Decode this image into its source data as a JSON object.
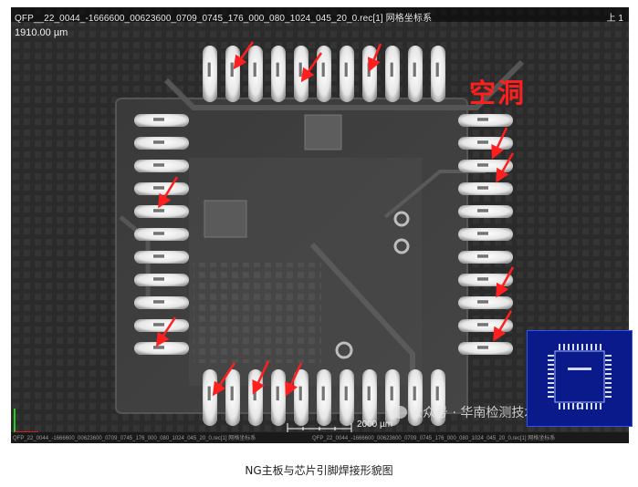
{
  "viewer": {
    "title": "QFP__22_0044_-1666600_00623600_0709_0745_176_000_080_1024_045_20_0.rec[1] 网格坐标系",
    "page_indicator": "上 1",
    "slice_thickness": "1910.00 µm",
    "scale_bar_label": "2000 µm",
    "status_left": "QFP_22_0044_-1666600_00623600_0709_0745_176_000_080_1024_045_20_0.rec[1] 网格坐标系",
    "status_right": "QFP_22_0044_-1666600_00623600_0709_0745_176_000_080_1024_045_20_0.rec[1] 网格坐标系"
  },
  "annotation": {
    "label": "空洞",
    "color": "#ff1f1f"
  },
  "watermark": {
    "text": "公众号 · 华南检测技术"
  },
  "caption": "NG主板与芯片引脚焊接形貌图",
  "colors": {
    "background": "#2f2f2f",
    "pad": "#f2f2f2",
    "arrow": "#ff1f1f",
    "thumbnail": "#0a1a8a"
  }
}
